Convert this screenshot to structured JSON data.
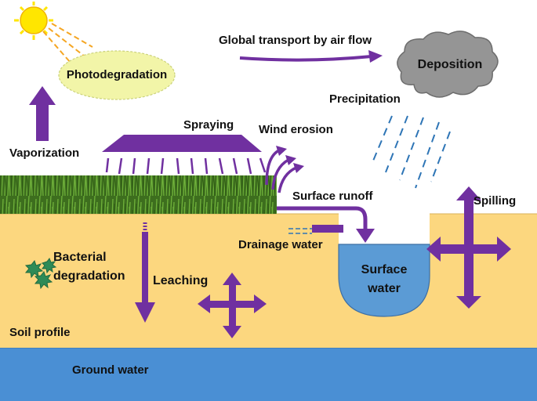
{
  "labels": {
    "photodegradation": "Photodegradation",
    "global_transport": "Global transport by air flow",
    "deposition": "Deposition",
    "precipitation": "Precipitation",
    "vaporization": "Vaporization",
    "spraying": "Spraying",
    "wind_erosion": "Wind erosion",
    "surface_runoff": "Surface runoff",
    "spilling": "Spilling",
    "drainage_water": "Drainage water",
    "bacterial_line1": "Bacterial",
    "bacterial_line2": "degradation",
    "leaching": "Leaching",
    "surface_water_line1": "Surface",
    "surface_water_line2": "water",
    "soil_profile": "Soil profile",
    "ground_water": "Ground water"
  },
  "colors": {
    "arrow": "#7030a0",
    "soil": "#fcd77f",
    "ground_water": "#4a8fd4",
    "surface_water": "#5b9bd5",
    "sun": "#ffe600",
    "photo_ellipse": "#f2f5a8",
    "cloud": "#8c8c8c",
    "rain": "#2e75b6",
    "grass": "#3d7a1c",
    "bacteria": "#2e8b57"
  },
  "icons": [
    "sun-icon",
    "cloud-icon",
    "grass-field",
    "bacteria-icon",
    "rain-drops"
  ]
}
